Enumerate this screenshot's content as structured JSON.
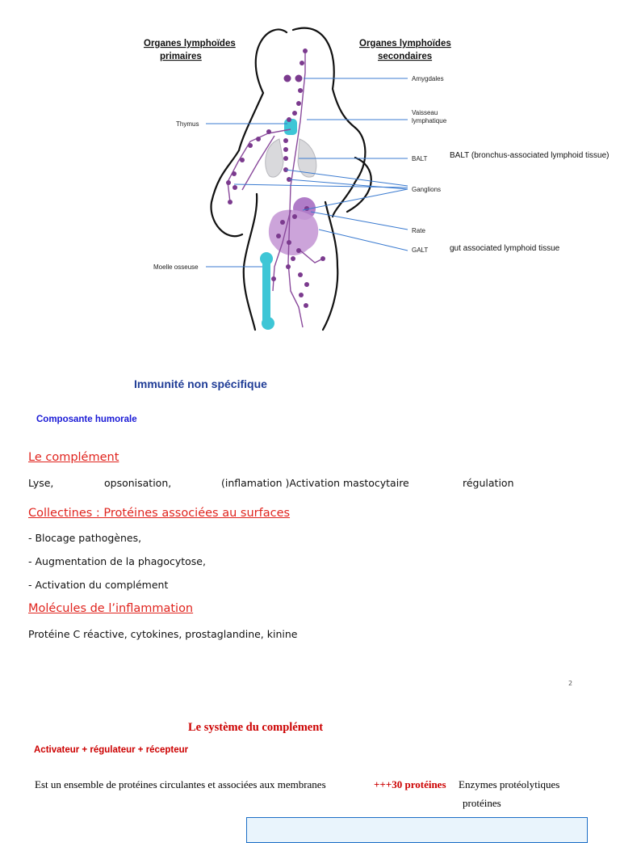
{
  "diagram": {
    "heading_left_line1": "Organes lymphoïdes",
    "heading_left_line2": "primaires",
    "heading_right_line1": "Organes lymphoïdes",
    "heading_right_line2": "secondaires",
    "labels": {
      "amygdales": "Amygdales",
      "vaisseau_line1": "Vaisseau",
      "vaisseau_line2": "lymphatique",
      "thymus": "Thymus",
      "balt": "BALT",
      "balt_full": "BALT (bronchus-associated lymphoid tissue)",
      "ganglions": "Ganglions",
      "rate": "Rate",
      "galt": "GALT",
      "galt_full": "gut associated lymphoid tissue",
      "moelle": "Moelle osseuse"
    },
    "colors": {
      "lymph": "#8a4a9c",
      "node": "#7b3a8e",
      "spleen": "#b07cc8",
      "thymus_bone": "#3ec6d6",
      "lung": "#d9d9dc",
      "leader_line": "#3b7bd0"
    }
  },
  "section1": {
    "title": "Immunité non spécifique",
    "subtitle": "Composante humorale"
  },
  "complement": {
    "title": "Le complément ",
    "items": [
      "Lyse,",
      "opsonisation,",
      "(inflamation )Activation mastocytaire",
      "régulation"
    ]
  },
  "collectines": {
    "title": "Collectines : Protéines associées au surfaces",
    "items": [
      "- Blocage pathogènes,",
      "- Augmentation de la phagocytose,",
      "- Activation du  complément"
    ]
  },
  "inflammation": {
    "title": "Molécules de l’inflammation ",
    "text": "Protéine C réactive, cytokines, prostaglandine, kinine"
  },
  "page_number": "2",
  "page2": {
    "title": "Le système du complément",
    "subtitle": "Activateur + régulateur + récepteur",
    "line_main": "Est un ensemble de protéines circulantes et associées aux membranes",
    "line_highlight": "+++30 protéines",
    "line_tail": "Enzymes protéolytiques",
    "line_next": "protéines"
  }
}
